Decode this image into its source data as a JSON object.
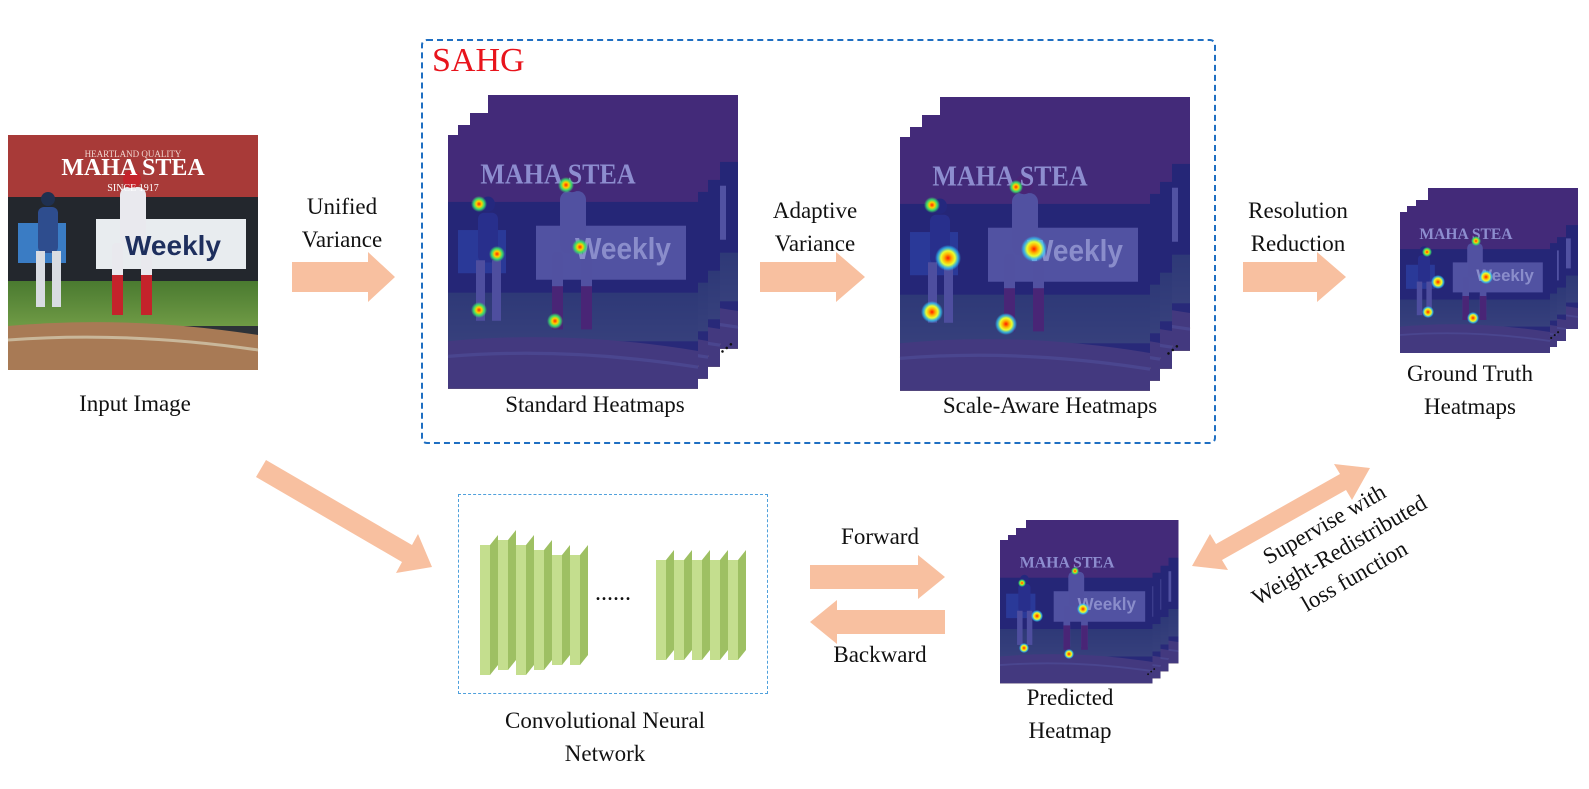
{
  "sahg": {
    "title": "SAHG"
  },
  "images": {
    "input_label": "Input Image",
    "banner_text": "MAHA STEA",
    "banner_sub_top": "HEARTLAND QUALITY",
    "banner_sub": "SINCE 1917",
    "ad_text": "Weekly"
  },
  "steps": {
    "unified_variance": [
      "Unified",
      "Variance"
    ],
    "adaptive_variance": [
      "Adaptive",
      "Variance"
    ],
    "resolution_reduction": [
      "Resolution",
      "Reduction"
    ],
    "forward": "Forward",
    "backward": "Backward",
    "supervise": [
      "Supervise with",
      "Weight-Redistributed",
      "loss function"
    ]
  },
  "outputs": {
    "standard_heatmaps": "Standard Heatmaps",
    "scale_aware_heatmaps": "Scale-Aware Heatmaps",
    "ground_truth": [
      "Ground Truth",
      "Heatmaps"
    ],
    "predicted": [
      "Predicted",
      "Heatmap"
    ],
    "cnn": [
      "Convolutional Neural",
      "Network"
    ],
    "cnn_ellipsis": "......",
    "stack_dots": "..."
  },
  "colors": {
    "arrow": "#f8c0a0",
    "sahg_border": "#1f6fc2",
    "sahg_title": "#e8141c",
    "heatmap_base": "#26268c",
    "cnn_layer": "#c4de8e",
    "cnn_layer_dark": "#9ec063"
  }
}
